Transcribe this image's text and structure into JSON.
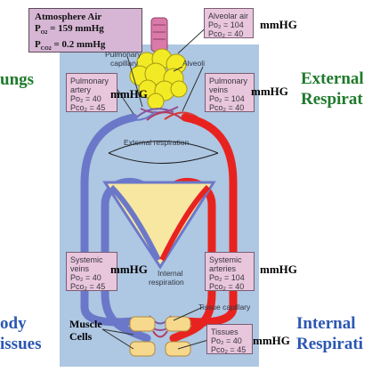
{
  "atmosphere": {
    "title": "Atmosphere Air",
    "po2_label": "P",
    "po2_sub": "O2",
    "po2_value": " = 159 mmHg",
    "pco2_label": "P",
    "pco2_sub": "CO2",
    "pco2_value": " = 0.2 mmHg"
  },
  "side_labels": {
    "lungs": "ungs",
    "external_1": "External",
    "external_2": "Respirat",
    "body_1": "ody",
    "body_2": "issues",
    "internal_1": "Internal",
    "internal_2": "Respirati"
  },
  "units": {
    "alveolar": "mmHG",
    "pulmonary_veins": "mmHG",
    "pulmonary_artery": "mmHG",
    "systemic_veins": "mmHG",
    "systemic_arteries": "mmHG",
    "tissues": "mmHG"
  },
  "boxes": {
    "alveolar_air": {
      "title": "Alveolar air",
      "po2": "Po₂ = 104",
      "pco2": "Pco₂ = 40"
    },
    "pulmonary_artery": {
      "title1": "Pulmonary",
      "title2": "artery",
      "po2": "Po₂ = 40",
      "pco2": "Pco₂ = 45"
    },
    "pulmonary_veins": {
      "title1": "Pulmonary",
      "title2": "veins",
      "po2": "Po₂ = 104",
      "pco2": "Pco₂ = 40"
    },
    "systemic_veins": {
      "title1": "Systemic",
      "title2": "veins",
      "po2": "Po₂ = 40",
      "pco2": "Pco₂ = 45"
    },
    "systemic_arteries": {
      "title1": "Systemic",
      "title2": "arteries",
      "po2": "Po₂ = 104",
      "pco2": "Pco₂ = 40"
    },
    "tissues": {
      "title": "Tissues",
      "po2": "Po₂ = 40",
      "pco2": "Pco₂ = 45"
    }
  },
  "diagram_labels": {
    "pulmonary_capillary_1": "Pulmonary",
    "pulmonary_capillary_2": "capillary",
    "alveoli": "Alveoli",
    "external_respiration": "External respiration",
    "internal_respiration_1": "Internal",
    "internal_respiration_2": "respiration",
    "tissue_capillary": "Tissue capillary",
    "muscle_cells_1": "Muscle",
    "muscle_cells_2": "Cells"
  },
  "colors": {
    "panel": "#aec7e2",
    "box": "#e8c7dc",
    "oxygenated": "#e8231f",
    "deoxygenated": "#6b78c9",
    "lungs": "#f3ea26",
    "trachea": "#d97aa8",
    "heart": "#f7e7a0",
    "lungs_label": "#1f7a2c",
    "body_label": "#2b57b2"
  }
}
